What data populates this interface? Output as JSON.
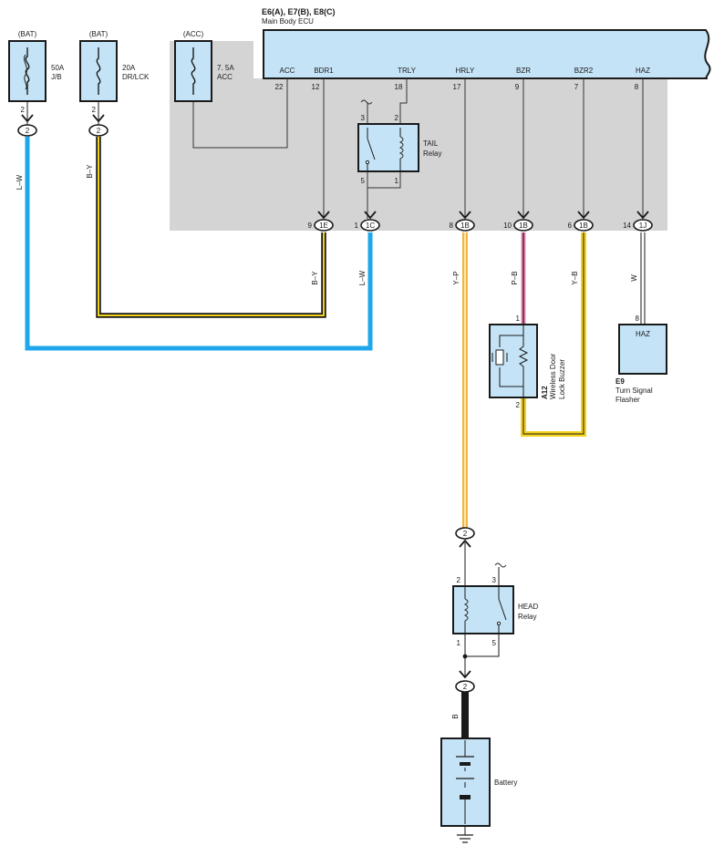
{
  "ecu": {
    "title": "E6(A), E7(B), E8(C)",
    "subtitle": "Main Body ECU"
  },
  "ecu_terminals": [
    {
      "name": "ACC",
      "pin": "22"
    },
    {
      "name": "BDR1",
      "pin": "12"
    },
    {
      "name": "TRLY",
      "pin": "18"
    },
    {
      "name": "HRLY",
      "pin": "17"
    },
    {
      "name": "BZR",
      "pin": "9"
    },
    {
      "name": "BZR2",
      "pin": "7"
    },
    {
      "name": "HAZ",
      "pin": "8"
    }
  ],
  "ecu_connectors": [
    {
      "pin": "9",
      "id": "1E"
    },
    {
      "pin": "1",
      "id": "1C"
    },
    {
      "pin": "8",
      "id": "1B"
    },
    {
      "pin": "10",
      "id": "1B"
    },
    {
      "pin": "6",
      "id": "1B"
    },
    {
      "pin": "14",
      "id": "1J"
    }
  ],
  "fuses": [
    {
      "source": "(BAT)",
      "rating": "50A",
      "name": "J/B",
      "pin": "2",
      "connector": "2"
    },
    {
      "source": "(BAT)",
      "rating": "20A",
      "name": "DR/LCK",
      "pin": "2",
      "connector": "2"
    },
    {
      "source": "(ACC)",
      "rating": "7. 5A",
      "name": "ACC"
    }
  ],
  "tail_relay": {
    "name": "TAIL",
    "sub": "Relay",
    "pins": [
      "3",
      "2",
      "5",
      "1"
    ]
  },
  "head_relay": {
    "name": "HEAD",
    "sub": "Relay",
    "pins": [
      "2",
      "3",
      "1",
      "5"
    ]
  },
  "buzzer": {
    "id": "A12",
    "line1": "Wireless Door",
    "line2": "Lock Buzzer",
    "pin_top": "1",
    "pin_bottom": "2"
  },
  "flasher": {
    "terminal": "HAZ",
    "pin": "8",
    "id": "E9",
    "line1": "Turn Signal",
    "line2": "Flasher"
  },
  "battery": {
    "name": "Battery"
  },
  "junctions": {
    "head_top": "2",
    "head_bottom": "2"
  },
  "wires": {
    "lw_left": "L–W",
    "by_left": "B–Y",
    "by_right": "B–Y",
    "lw_right": "L–W",
    "yp": "Y–P",
    "pb": "P–B",
    "yb": "Y–B",
    "w": "W",
    "b": "B"
  },
  "colors": {
    "component_fill": "#c5e3f6",
    "shaded_area": "#d4d4d4",
    "wire_blue": "#1ea7ec",
    "wire_yellow": "#f3d21c",
    "wire_yellow_light": "#f6cc6c",
    "wire_pink": "#ee82b4",
    "wire_black": "#1a1a1a"
  }
}
